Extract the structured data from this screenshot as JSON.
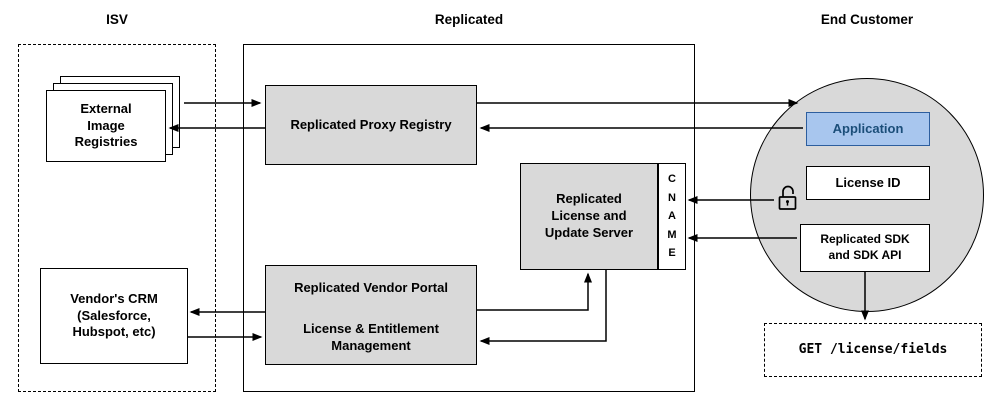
{
  "sections": {
    "isv": {
      "title": "ISV"
    },
    "replicated": {
      "title": "Replicated"
    },
    "end_customer": {
      "title": "End Customer"
    }
  },
  "nodes": {
    "external_registries": {
      "lines": [
        "External",
        "Image",
        "Registries"
      ]
    },
    "vendors_crm": {
      "lines": [
        "Vendor's CRM",
        "(Salesforce,",
        "Hubspot, etc)"
      ]
    },
    "proxy_registry": {
      "label": "Replicated Proxy Registry"
    },
    "license_update_server": {
      "lines": [
        "Replicated",
        "License and",
        "Update Server"
      ]
    },
    "cname": {
      "letters": [
        "C",
        "N",
        "A",
        "M",
        "E"
      ]
    },
    "vendor_portal": {
      "title": "Replicated Vendor Portal",
      "lines": [
        "License & Entitlement",
        "Management"
      ]
    },
    "application": {
      "label": "Application"
    },
    "license_id": {
      "label": "License ID"
    },
    "replicated_sdk": {
      "lines": [
        "Replicated SDK",
        "and SDK API"
      ]
    },
    "get_endpoint": {
      "label": "GET /license/fields"
    }
  },
  "icons": {
    "lock": "open-padlock"
  },
  "colors": {
    "node_gray": "#d9d9d9",
    "application_fill": "#a8c6ee",
    "application_border": "#2d5e9e",
    "application_text": "#1b4e79",
    "line": "#000000"
  },
  "edges": [
    {
      "from": "external_registries",
      "to": "proxy_registry"
    },
    {
      "from": "proxy_registry",
      "to": "external_registries"
    },
    {
      "from": "proxy_registry",
      "to": "application"
    },
    {
      "from": "application",
      "to": "proxy_registry"
    },
    {
      "from": "license_id",
      "to": "cname"
    },
    {
      "from": "replicated_sdk",
      "to": "cname"
    },
    {
      "from": "vendor_portal",
      "to": "vendors_crm"
    },
    {
      "from": "vendors_crm",
      "to": "vendor_portal"
    },
    {
      "from": "vendor_portal",
      "to": "license_update_server"
    },
    {
      "from": "license_update_server",
      "to": "vendor_portal"
    },
    {
      "from": "replicated_sdk",
      "to": "get_endpoint"
    }
  ]
}
